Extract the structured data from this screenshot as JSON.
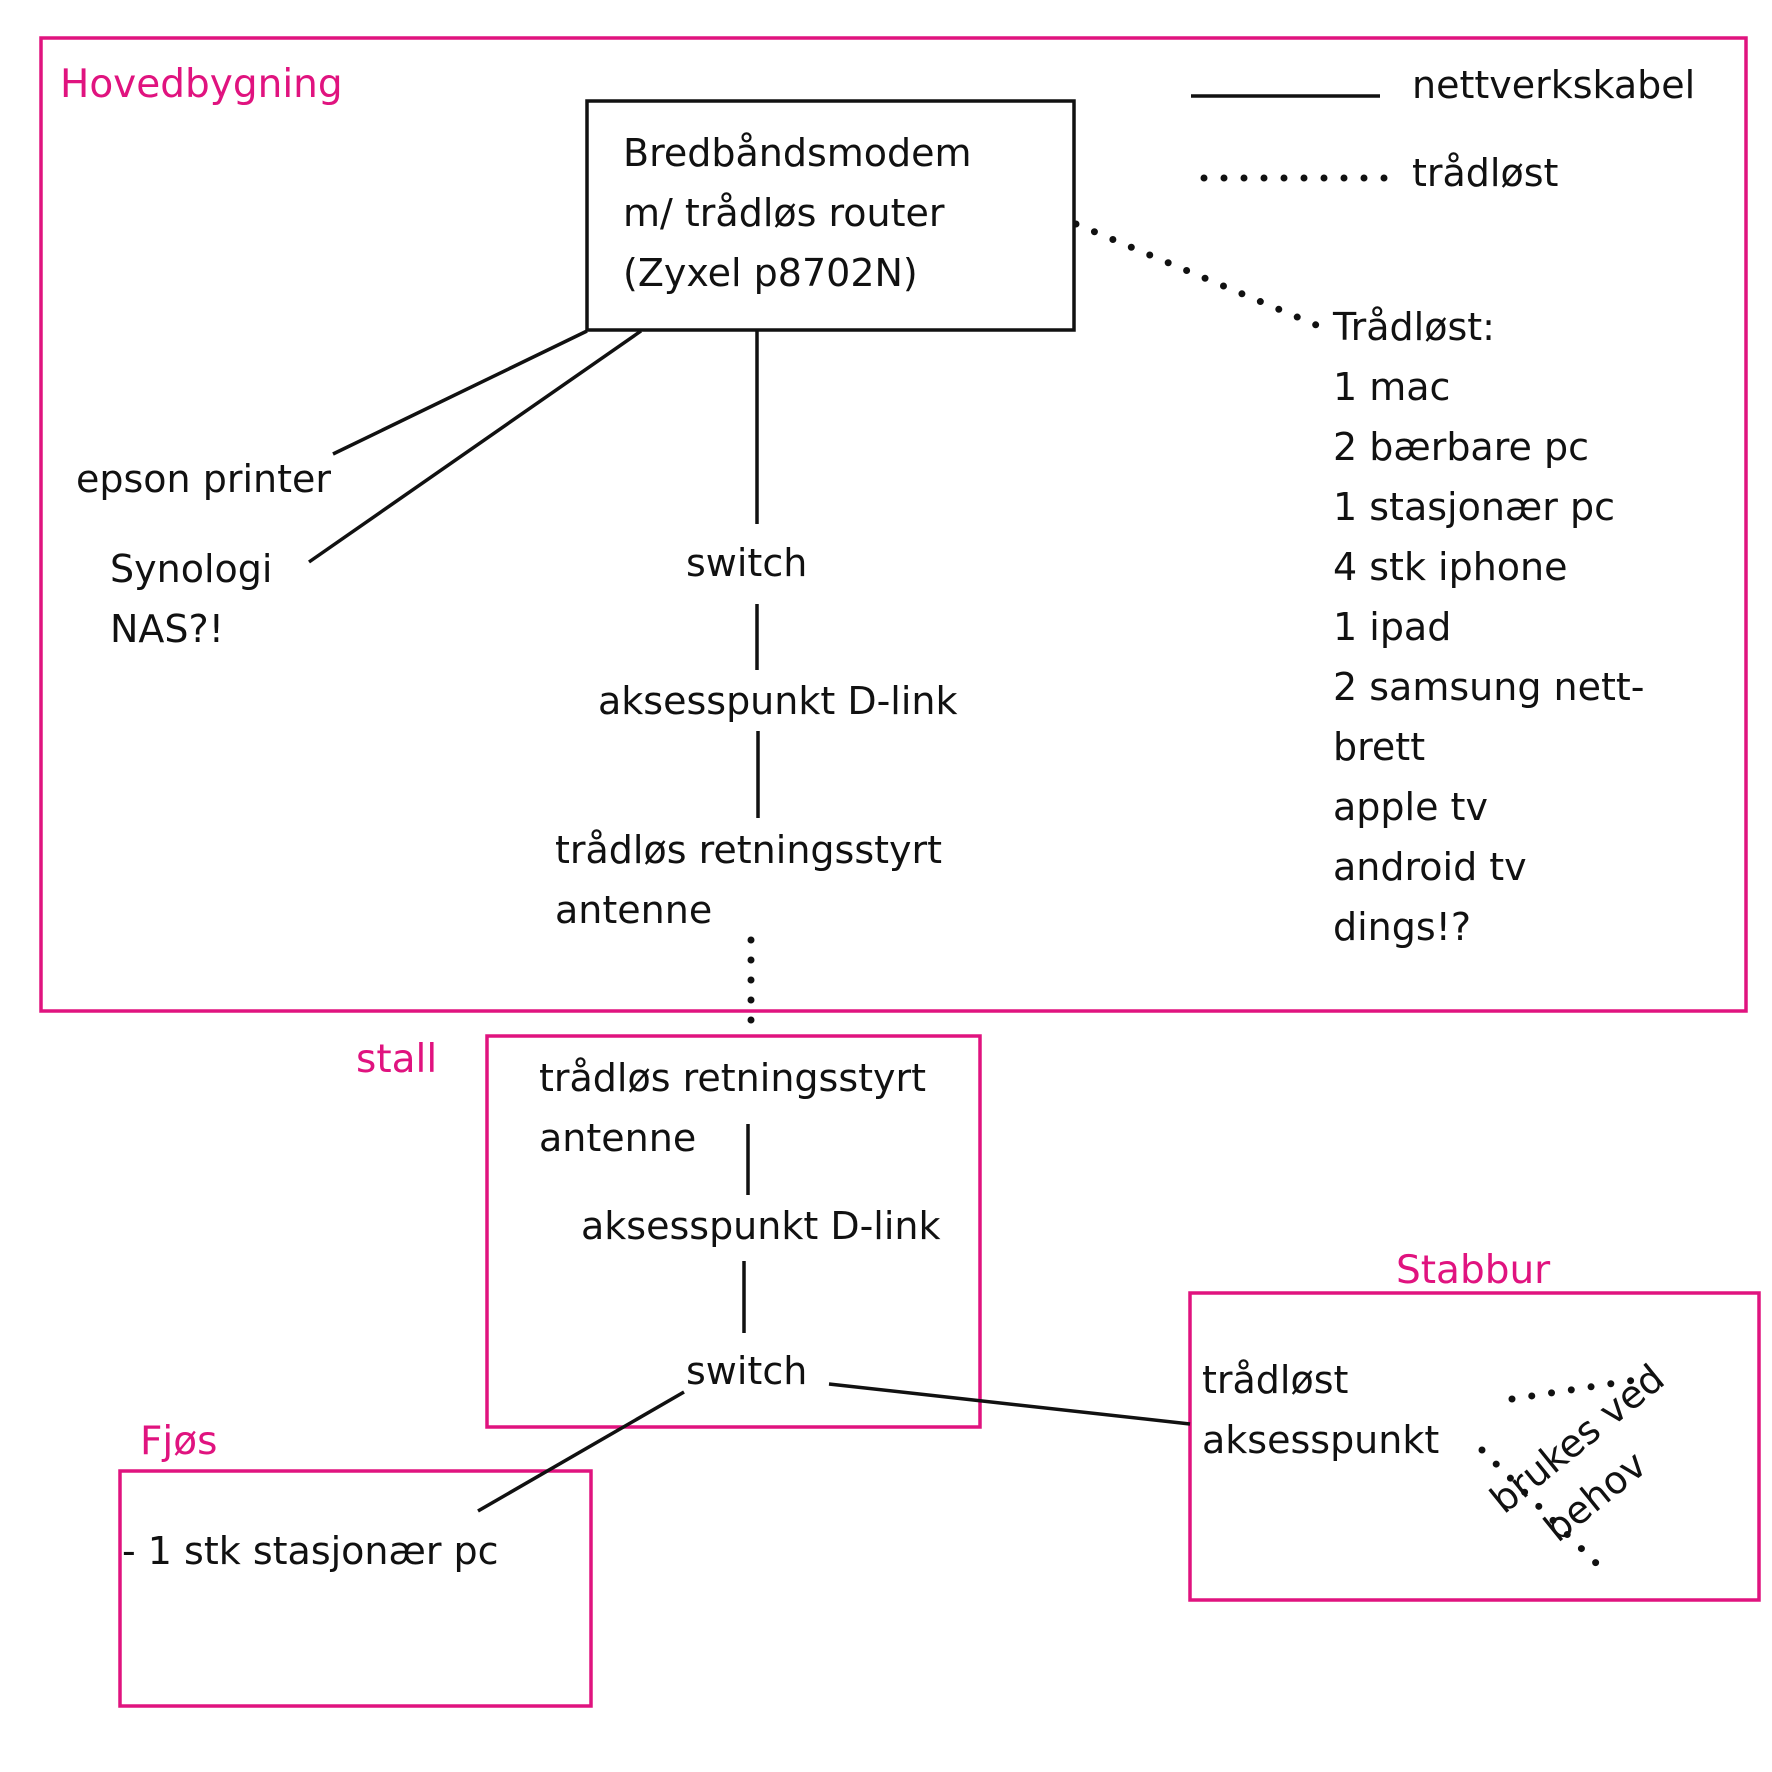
{
  "zones": {
    "main_building": "Hovedbygning",
    "stall": "stall",
    "barn": "Fjøs",
    "storehouse": "Stabbur"
  },
  "legend": {
    "cable_label": "nettverkskabel",
    "wireless_label": "trådløst"
  },
  "modem": {
    "line1": "Bredbåndsmodem",
    "line2": "m/ trådløs router",
    "line3": "(Zyxel p8702N)"
  },
  "main": {
    "printer": "epson printer",
    "nas_line1": "Synologi",
    "nas_line2": "NAS?!",
    "switch": "switch",
    "access_point": "aksesspunkt D-link",
    "antenna_line1": "trådløs retningsstyrt",
    "antenna_line2": "antenne"
  },
  "wireless_list": {
    "heading": "Trådløst:",
    "items": [
      "1 mac",
      "2 bærbare pc",
      "1 stasjonær pc",
      "4 stk iphone",
      "1 ipad",
      "2 samsung nett-",
      "brett",
      "apple tv",
      "android tv",
      "dings!?"
    ]
  },
  "stall": {
    "antenna_line1": "trådløs retningsstyrt",
    "antenna_line2": "antenne",
    "access_point": "aksesspunkt D-link",
    "switch": "switch"
  },
  "barn": {
    "pc": "- 1 stk stasjonær pc"
  },
  "storehouse": {
    "line1": "trådløst",
    "line2": "aksesspunkt",
    "note_line1": "brukes ved",
    "note_line2": "behov"
  }
}
